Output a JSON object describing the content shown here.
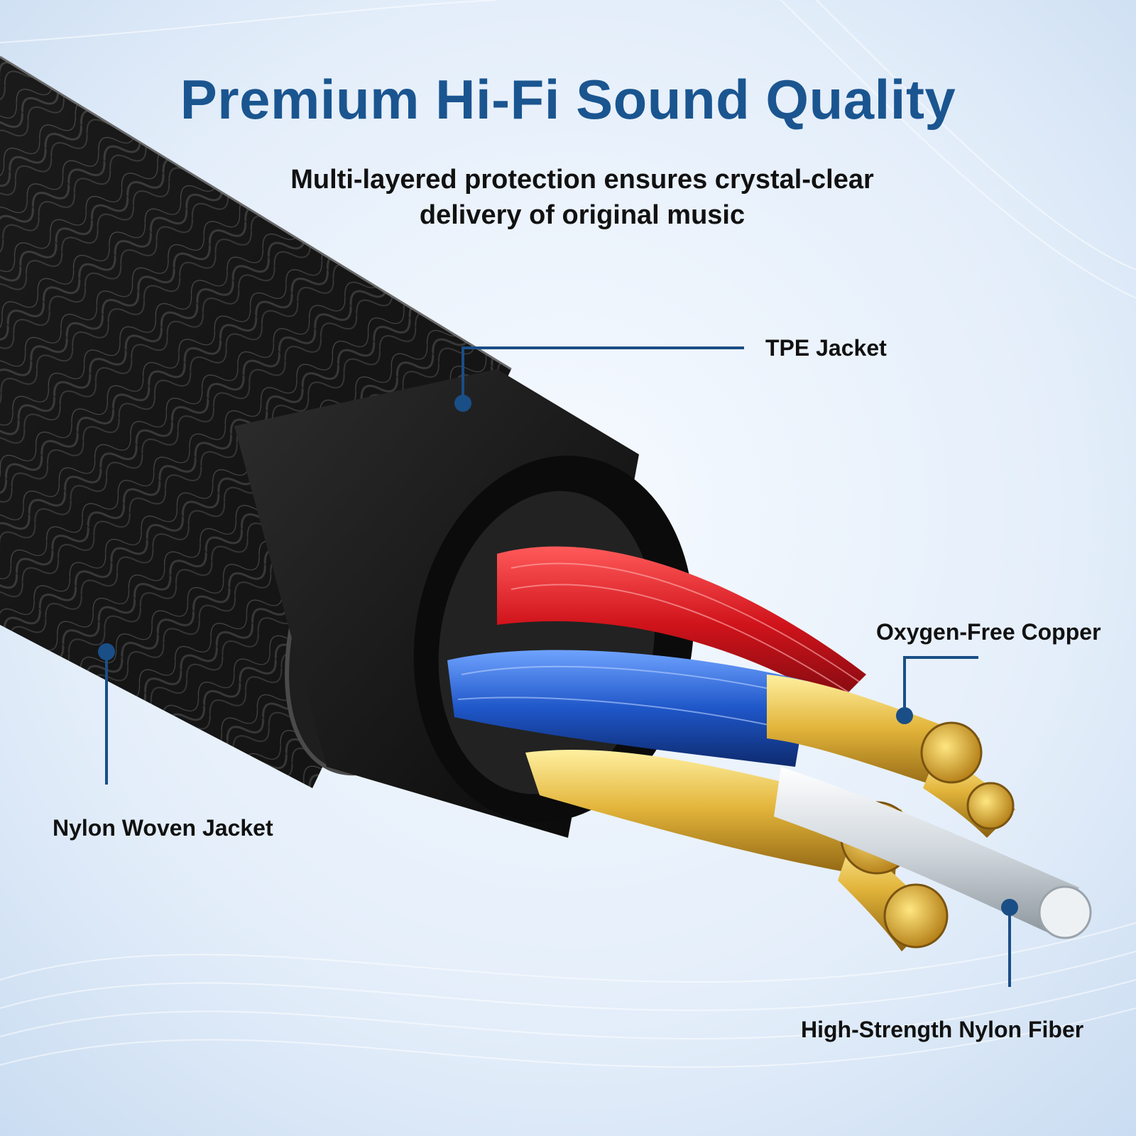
{
  "headline": "Premium Hi-Fi Sound Quality",
  "subheadline": {
    "line1": "Multi-layered protection ensures crystal-clear",
    "line2": "delivery of original music"
  },
  "callouts": {
    "tpe_jacket": "TPE Jacket",
    "oxygen_free_copper": "Oxygen-Free Copper",
    "nylon_woven_jacket": "Nylon Woven Jacket",
    "high_strength_nylon_fiber": "High-Strength Nylon Fiber"
  },
  "colors": {
    "headline": "#1a5590",
    "callout_line": "#1a4e86",
    "text": "#111111",
    "background": "#e6f0fb"
  }
}
